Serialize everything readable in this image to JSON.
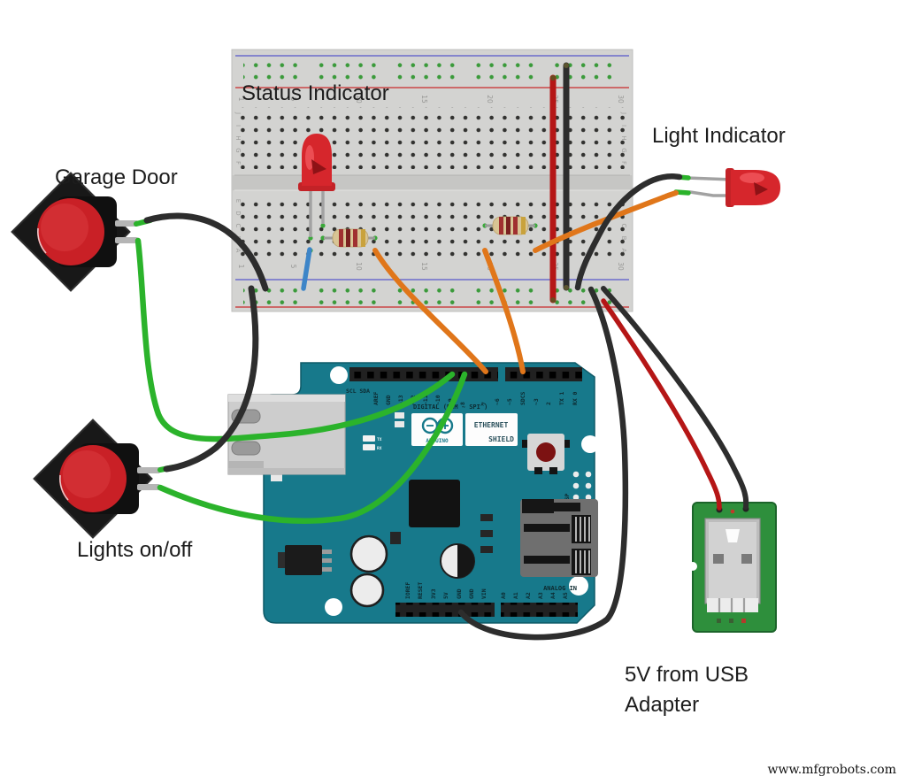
{
  "labels": {
    "status_indicator": "Status Indicator",
    "garage_door": "Garage Door",
    "light_indicator": "Light Indicator",
    "lights_onoff": "Lights on/off",
    "usb_line1": "5V from USB",
    "usb_line2": "Adapter",
    "watermark": "www.mfgrobots.com"
  },
  "breadboard": {
    "column_numbers": [
      "1",
      "5",
      "10",
      "15",
      "20",
      "25",
      "30"
    ],
    "row_letters_top": [
      "J",
      "I",
      "H",
      "G",
      "F"
    ],
    "row_letters_bottom": [
      "E",
      "D",
      "C",
      "B",
      "A"
    ]
  },
  "arduino": {
    "i2c_caption": "SCL SDA",
    "digital_caption": "DIGITAL (PWM ~ SPI^)",
    "digital_left": [
      "AREF",
      "GND",
      "~13",
      "~12",
      "~11",
      "~10",
      "~9",
      "8"
    ],
    "digital_right": [
      "7",
      "~6",
      "~5",
      "SDCS",
      "~3",
      "2",
      "TX 1",
      "RX 0"
    ],
    "power_pins": [
      "IOREF",
      "RESET",
      "3V3",
      "5V",
      "GND",
      "GND",
      "VIN"
    ],
    "analog_pins": [
      "A0",
      "A1",
      "A2",
      "A3",
      "A4",
      "A5"
    ],
    "analog_caption": "ANALOG IN",
    "logo_text": "ARDUINO",
    "shield_line1": "ETHERNET",
    "shield_line2": "SHIELD",
    "tx_label": "TX",
    "rx_label": "RX",
    "icsp_label": "ICSP"
  },
  "colors": {
    "wire_green": "#2bb32b",
    "wire_black": "#2d2d2d",
    "wire_orange": "#e0761a",
    "wire_red": "#b51616",
    "wire_blue": "#3d85c8",
    "board_teal": "#17798b",
    "pcb_green": "#2e8f3c",
    "led_red": "#d6262c",
    "button_red": "#c92026",
    "breadboard_gray": "#d3d3d1"
  }
}
